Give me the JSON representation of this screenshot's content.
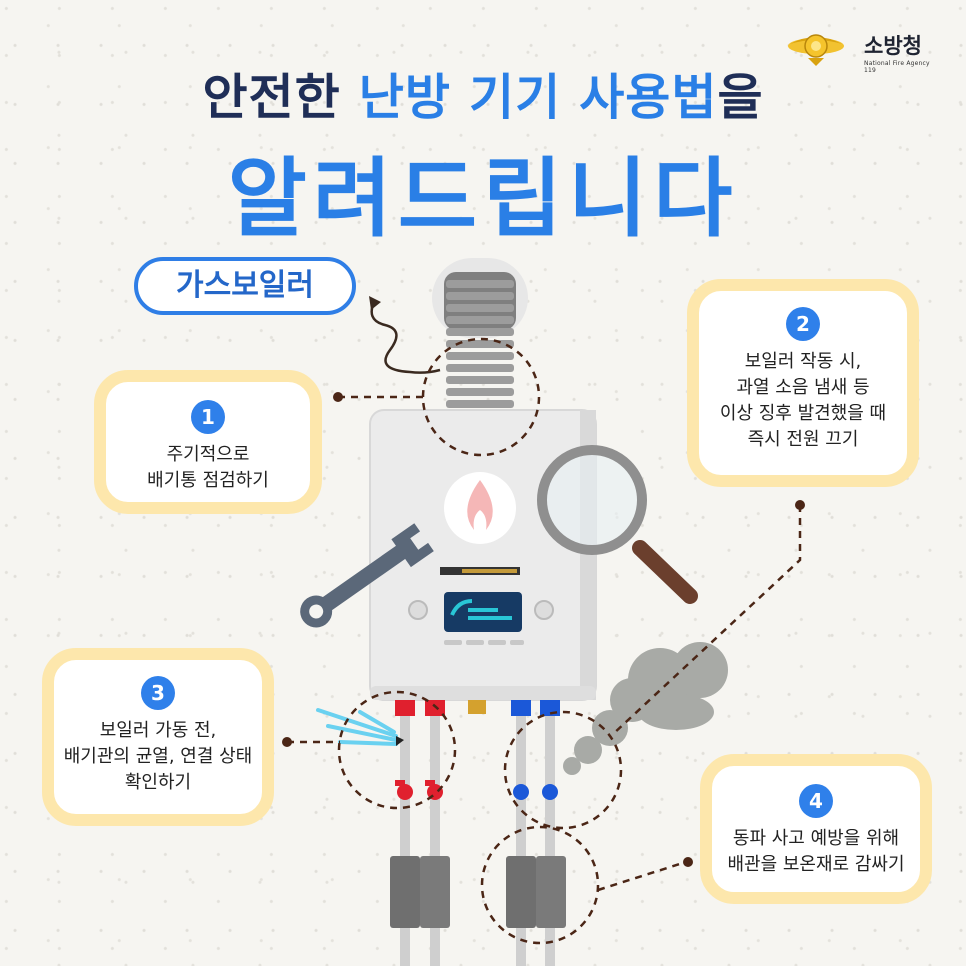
{
  "header": {
    "line1_dark": "안전한",
    "line1_blue": "난방 기기 사용법",
    "line1_tail": "을",
    "line2": "알려드립니다"
  },
  "logo": {
    "name": "소방청",
    "sub": "National Fire Agency 119"
  },
  "section_pill": "가스보일러",
  "steps": [
    {
      "num": "1",
      "text": "주기적으로\n배기통 점검하기"
    },
    {
      "num": "2",
      "text": "보일러 작동 시,\n과열 소음 냄새 등\n이상 징후 발견했을 때\n즉시 전원 끄기"
    },
    {
      "num": "3",
      "text": "보일러 가동 전,\n배기관의 균열, 연결 상태\n확인하기"
    },
    {
      "num": "4",
      "text": "동파 사고 예방을 위해\n배관을 보온재로 감싸기"
    }
  ],
  "colors": {
    "accent_blue": "#2a7fe6",
    "dark_navy": "#1f2e57",
    "card_border": "#fde7ac",
    "boiler_body": "#ececec",
    "pipe_red": "#e0202e",
    "pipe_blue": "#1b58d8",
    "dotted_line": "#4b2616"
  }
}
